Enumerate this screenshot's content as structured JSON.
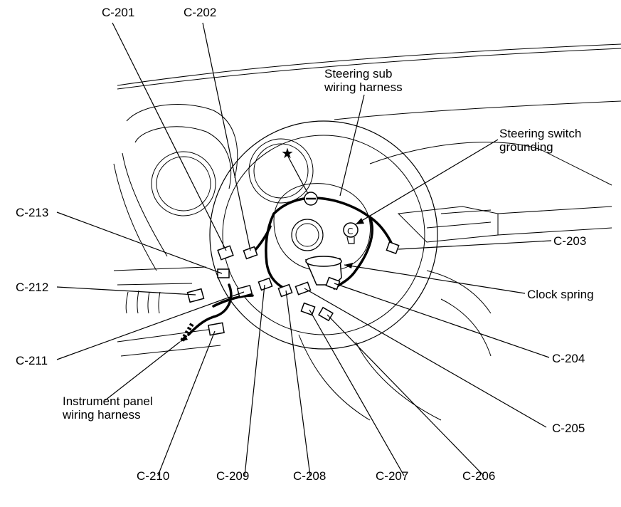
{
  "labels": {
    "c201": "C-201",
    "c202": "C-202",
    "c203": "C-203",
    "c204": "C-204",
    "c205": "C-205",
    "c206": "C-206",
    "c207": "C-207",
    "c208": "C-208",
    "c209": "C-209",
    "c210": "C-210",
    "c211": "C-211",
    "c212": "C-212",
    "c213": "C-213",
    "steering_sub_line1": "Steering sub",
    "steering_sub_line2": "wiring harness",
    "grounding_line1": "Steering switch",
    "grounding_line2": "grounding",
    "clock_spring": "Clock spring",
    "ip_line1": "Instrument panel",
    "ip_line2": "wiring harness"
  },
  "symbols": {
    "star": "★"
  },
  "icons": [
    "star-icon",
    "connector-icon",
    "clock-spring-icon",
    "grounding-terminal-icon"
  ],
  "colors": {
    "ink": "#000000",
    "paper": "#ffffff"
  }
}
